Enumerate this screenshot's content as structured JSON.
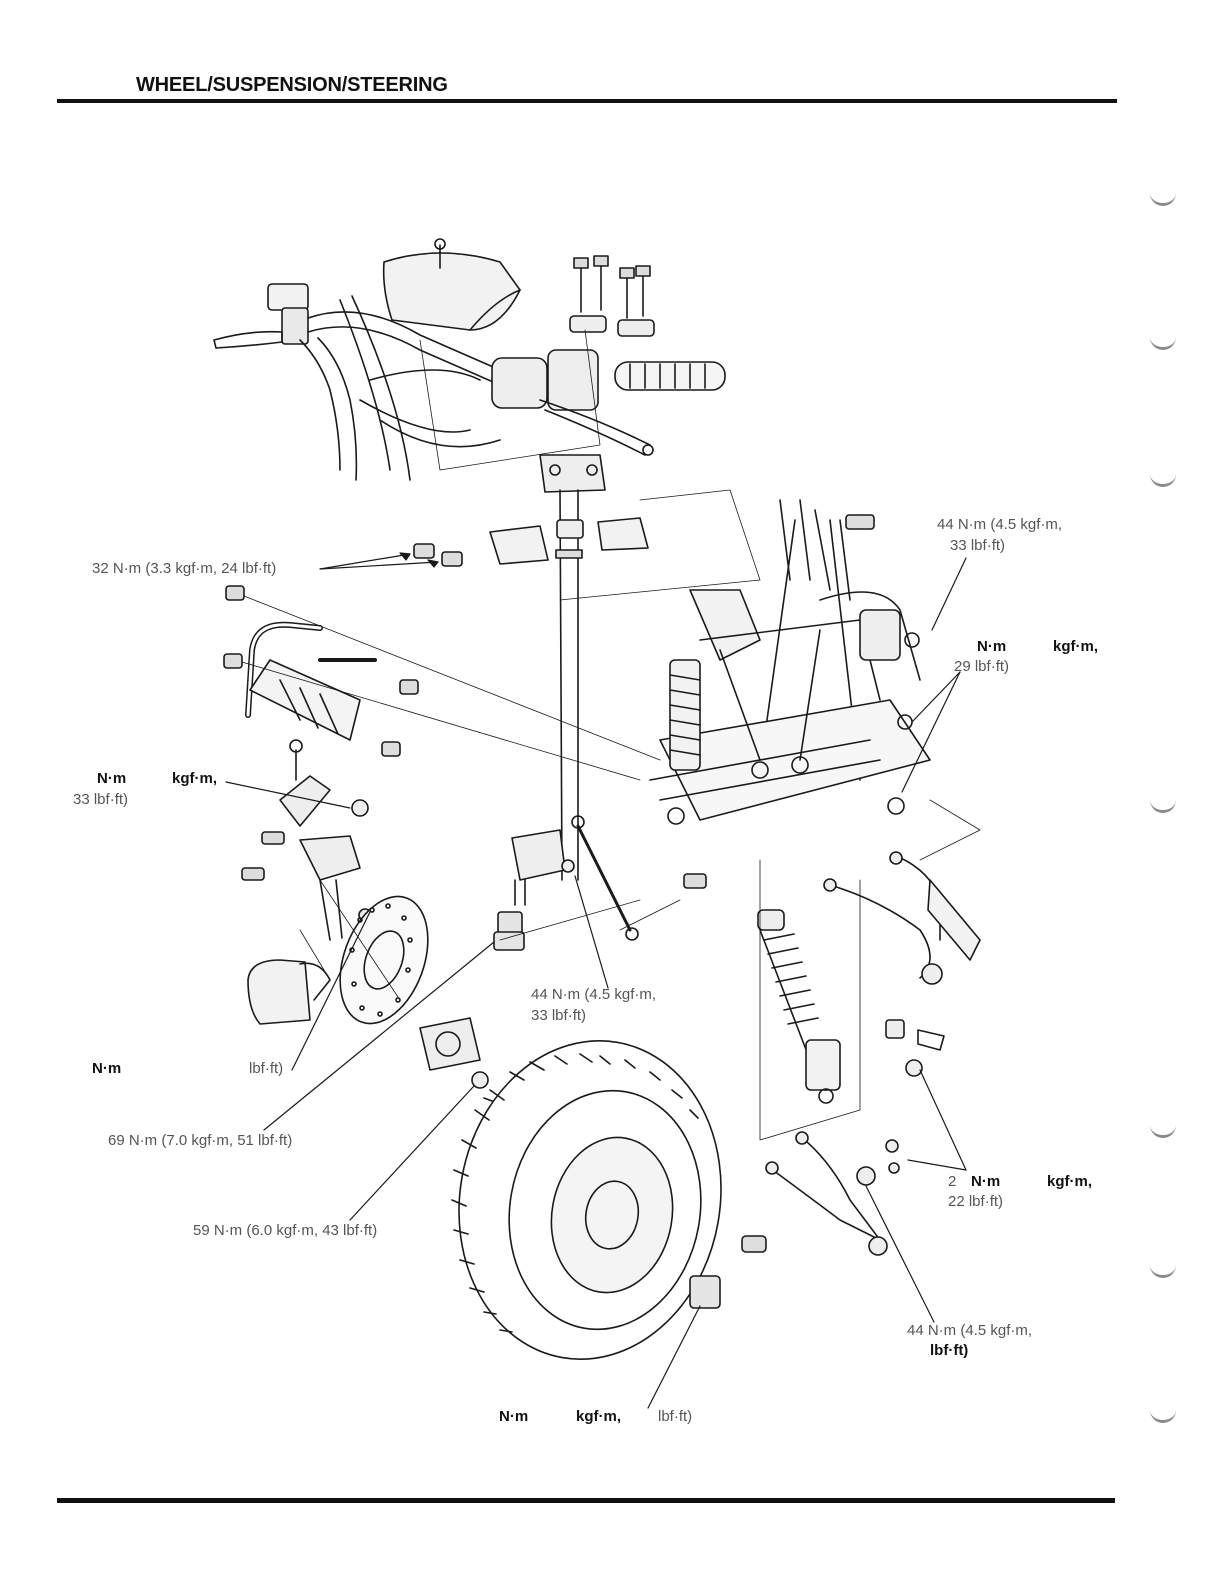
{
  "header": {
    "title": "WHEEL/SUSPENSION/STEERING"
  },
  "labels": [
    {
      "id": "t1a",
      "text": "44 N·m (4.5 kgf·m,"
    },
    {
      "id": "t1b",
      "text": "33 lbf·ft)"
    },
    {
      "id": "t2",
      "text": "32 N·m (3.3 kgf·m, 24 lbf·ft)"
    },
    {
      "id": "t3a1",
      "text": "N·m"
    },
    {
      "id": "t3a2",
      "text": "kgf·m,"
    },
    {
      "id": "t3b",
      "text": "29 lbf·ft)"
    },
    {
      "id": "t4a1",
      "text": "N·m"
    },
    {
      "id": "t4a2",
      "text": "kgf·m,"
    },
    {
      "id": "t4b",
      "text": "33 lbf·ft)"
    },
    {
      "id": "t5a",
      "text": "44 N·m (4.5 kgf·m,"
    },
    {
      "id": "t5b",
      "text": "33 lbf·ft)"
    },
    {
      "id": "t6a",
      "text": "N·m"
    },
    {
      "id": "t6b",
      "text": "lbf·ft)"
    },
    {
      "id": "t7",
      "text": "69 N·m (7.0 kgf·m, 51 lbf·ft)"
    },
    {
      "id": "t8",
      "text": "59 N·m (6.0 kgf·m, 43 lbf·ft)"
    },
    {
      "id": "t9a1",
      "text": "2"
    },
    {
      "id": "t9a2",
      "text": "N·m"
    },
    {
      "id": "t9a3",
      "text": "kgf·m,"
    },
    {
      "id": "t9b",
      "text": "22 lbf·ft)"
    },
    {
      "id": "t10a",
      "text": "44 N·m (4.5 kgf·m,"
    },
    {
      "id": "t10b",
      "text": "lbf·ft)"
    },
    {
      "id": "t11a",
      "text": "N·m"
    },
    {
      "id": "t11b",
      "text": "kgf·m,"
    },
    {
      "id": "t11c",
      "text": "lbf·ft)"
    }
  ],
  "colors": {
    "ink": "#1a1a1a",
    "label": "#555555",
    "tab": "#8a8a8a"
  },
  "icons": [
    "handlebar",
    "steering-shaft",
    "front-bumper",
    "knuckle",
    "brake-disc",
    "wheel-hub",
    "tire",
    "shock-absorber",
    "suspension-arm",
    "frame",
    "tie-rod"
  ]
}
